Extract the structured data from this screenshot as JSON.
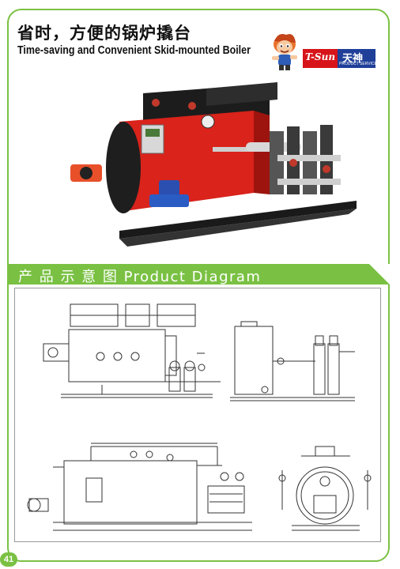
{
  "header": {
    "title_cn": "省时，方便的锅炉撬台",
    "title_en": "Time-saving and Convenient Skid-mounted Boiler"
  },
  "logo": {
    "brand_script": "T-Sun",
    "brand_cn": "天神",
    "tagline": "PRODUCT SERVICE",
    "colors": {
      "red": "#d7141a",
      "blue": "#1f3f99"
    }
  },
  "section": {
    "title": "产 品 示 意 图  Product  Diagram"
  },
  "page": {
    "number": "41"
  },
  "colors": {
    "accent": "#7ac143",
    "boiler_red": "#d9231b"
  }
}
